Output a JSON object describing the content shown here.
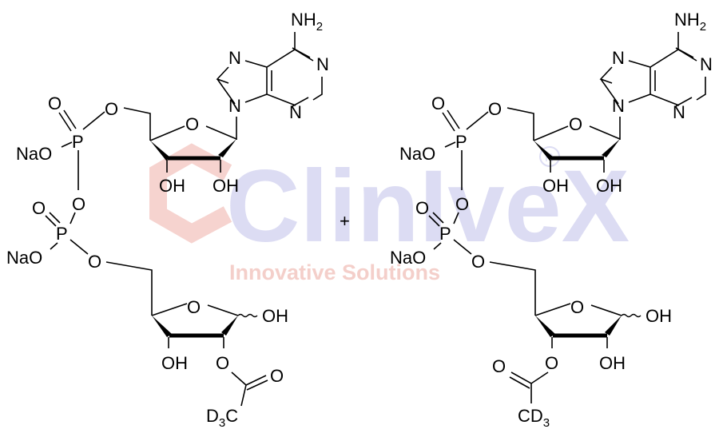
{
  "watermark": {
    "brand_letters": [
      "C",
      "l",
      "i",
      "n",
      "i",
      "v",
      "e",
      "X"
    ],
    "brand_name": "ClinIveX",
    "tagline": "Innovative Solutions",
    "registered_mark": "®",
    "colors": {
      "red": "#f6d3cf",
      "blue": "#dcdcf3"
    }
  },
  "operator": "+",
  "molecules": [
    {
      "id": "left",
      "labels": {
        "nh2": "NH",
        "nh2_sub": "2",
        "n7": "N",
        "n1": "N",
        "n9": "N",
        "n3": "N",
        "o5": "O",
        "ring_o_top": "O",
        "p_top": "P",
        "p_top_dbl_o": "O",
        "p_top_na": "NaO",
        "bridge_o": "O",
        "p_bot": "P",
        "p_bot_dbl_o": "O",
        "p_bot_na": "NaO",
        "p_bot_o": "O",
        "oh_3": "OH",
        "oh_2": "OH",
        "ring_o_bot": "O",
        "anomeric_oh": "OH",
        "oh_3b": "OH",
        "ester_o": "O",
        "carbonyl_o": "O",
        "cd3": "D",
        "cd3_sub": "3",
        "cd3_c": "C"
      }
    },
    {
      "id": "right",
      "labels": {
        "nh2": "NH",
        "nh2_sub": "2",
        "n7": "N",
        "n1": "N",
        "n9": "N",
        "n3": "N",
        "o5": "O",
        "ring_o_top": "O",
        "p_top": "P",
        "p_top_dbl_o": "O",
        "p_top_na": "NaO",
        "bridge_o": "O",
        "p_bot": "P",
        "p_bot_dbl_o": "O",
        "p_bot_na": "NaO",
        "p_bot_o": "O",
        "oh_3": "OH",
        "oh_2": "OH",
        "ring_o_bot": "O",
        "anomeric_oh": "OH",
        "ester_o": "O",
        "carbonyl_o": "O",
        "oh_2b": "OH",
        "cd3_c": "C",
        "cd3": "D",
        "cd3_sub": "3"
      }
    }
  ]
}
